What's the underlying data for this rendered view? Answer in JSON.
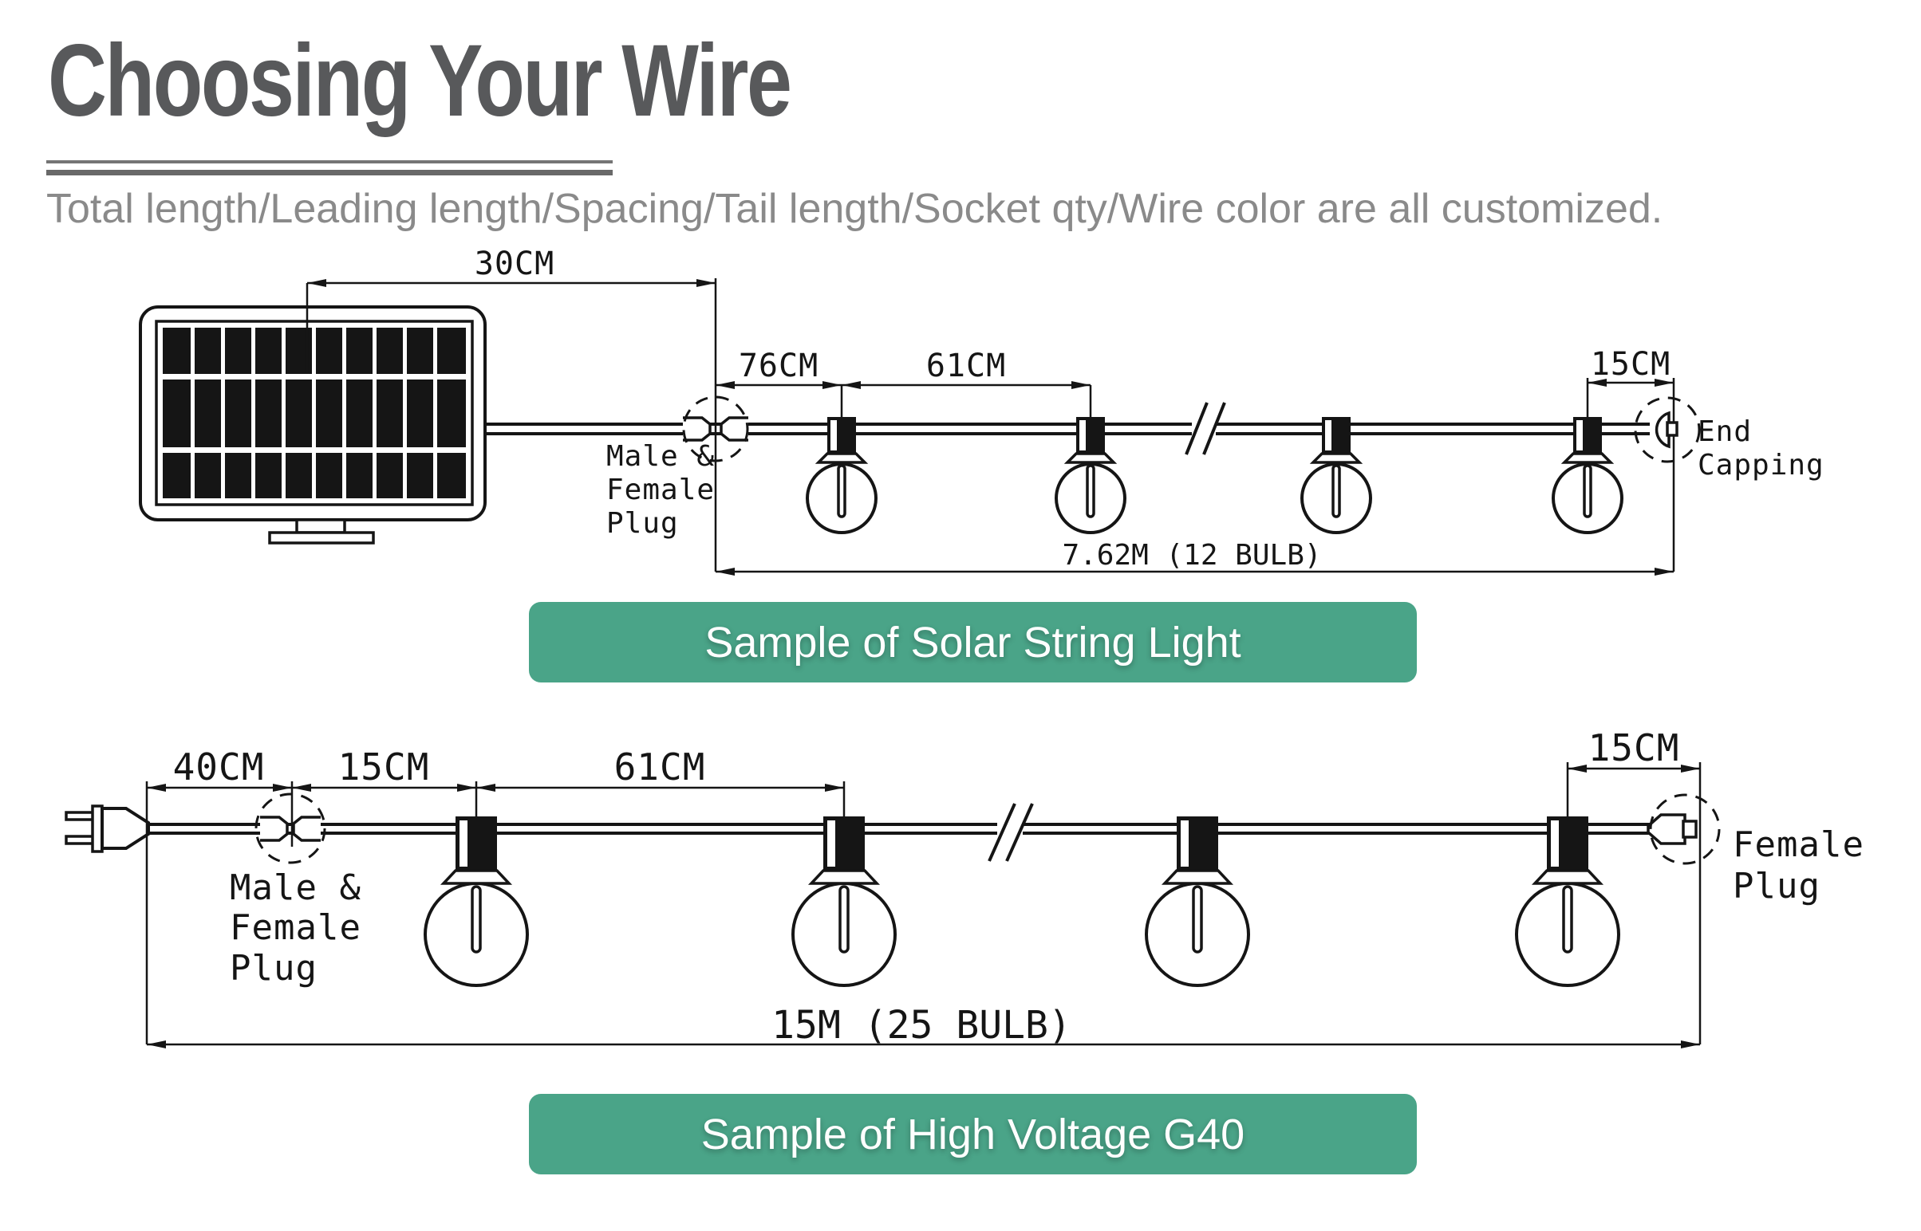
{
  "header": {
    "title": "Choosing Your Wire",
    "subtitle": "Total length/Leading length/Spacing/Tail length/Socket qty/Wire color are all customized."
  },
  "solar_diagram": {
    "dim_leading": "30CM",
    "dim_first_spacing": "76CM",
    "dim_spacing": "61CM",
    "dim_tail": "15CM",
    "total_length": "7.62M (12 BULB)",
    "connector_label_line1": "Male &",
    "connector_label_line2": "Female",
    "connector_label_line3": "Plug",
    "end_label_line1": "End",
    "end_label_line2": "Capping",
    "banner": "Sample of Solar String Light"
  },
  "g40_diagram": {
    "dim_leading": "40CM",
    "dim_first_spacing": "15CM",
    "dim_spacing": "61CM",
    "dim_tail": "15CM",
    "total_length": "15M (25 BULB)",
    "connector_label_line1": "Male &",
    "connector_label_line2": "Female",
    "connector_label_line3": "Plug",
    "female_plug_label_line1": "Female",
    "female_plug_label_line2": "Plug",
    "banner": "Sample of High Voltage G40"
  },
  "colors": {
    "accent_green": "#4aa488",
    "title_gray": "#58595b",
    "subtitle_gray": "#8a8a8a",
    "line_black": "#151515"
  }
}
